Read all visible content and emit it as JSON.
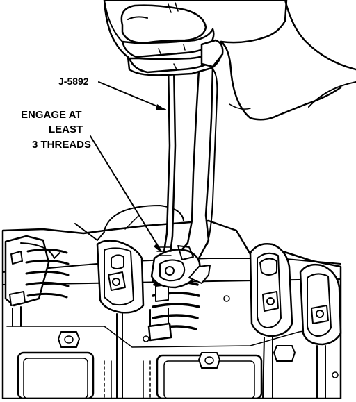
{
  "callouts": {
    "tool": "J-5892",
    "engage_line1": "ENGAGE AT",
    "engage_line2": "LEAST",
    "engage_line3": "3 THREADS"
  },
  "colors": {
    "ink": "#000000",
    "paper": "#ffffff"
  }
}
